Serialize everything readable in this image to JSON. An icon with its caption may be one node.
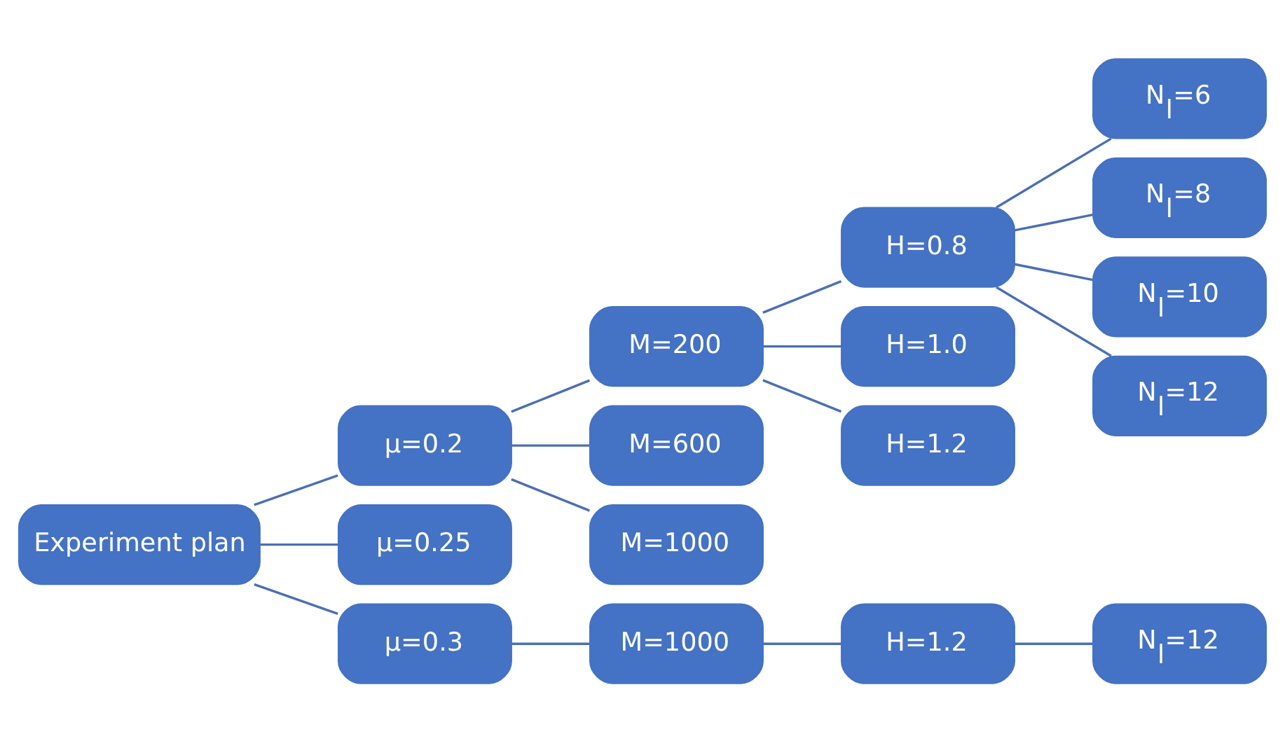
{
  "diagram": {
    "nodes": [
      {
        "text": [
          "Experiment plan"
        ]
      },
      {
        "text": [
          "μ=0.2"
        ]
      },
      {
        "text": [
          "μ=0.25"
        ]
      },
      {
        "text": [
          "μ=0.3"
        ]
      },
      {
        "text": [
          "M=200"
        ]
      },
      {
        "text": [
          "M=600"
        ]
      },
      {
        "text": [
          "M=1000"
        ]
      },
      {
        "text": [
          "H=0.8"
        ]
      },
      {
        "text": [
          "H=1.0"
        ]
      },
      {
        "text": [
          "H=1.2"
        ]
      },
      {
        "text": [
          "N$_{l}$=6"
        ]
      },
      {
        "text": [
          "N$_{l}$=8"
        ]
      },
      {
        "text": [
          "N$_{l}$=10"
        ]
      },
      {
        "text": [
          "N$_{l}$=12"
        ]
      },
      {
        "text": [
          "M=1000"
        ]
      },
      {
        "text": [
          "H=1.2"
        ]
      },
      {
        "text": [
          "N$_{l}$=12"
        ]
      }
    ],
    "edges": [
      {
        "from": 0,
        "to": 1,
        "arrow": "none"
      },
      {
        "from": 0,
        "to": 2,
        "arrow": "none"
      },
      {
        "from": 0,
        "to": 3,
        "arrow": "none"
      },
      {
        "from": 1,
        "to": 4,
        "arrow": "none"
      },
      {
        "from": 1,
        "to": 5,
        "arrow": "none"
      },
      {
        "from": 1,
        "to": 6,
        "arrow": "none"
      },
      {
        "from": 4,
        "to": 7,
        "arrow": "none"
      },
      {
        "from": 4,
        "to": 8,
        "arrow": "none"
      },
      {
        "from": 4,
        "to": 9,
        "arrow": "none"
      },
      {
        "from": 7,
        "to": 10,
        "arrow": "none"
      },
      {
        "from": 7,
        "to": 11,
        "arrow": "none"
      },
      {
        "from": 7,
        "to": 12,
        "arrow": "none"
      },
      {
        "from": 7,
        "to": 13,
        "arrow": "none"
      },
      {
        "from": 3,
        "to": 14,
        "arrow": "none"
      },
      {
        "from": 14,
        "to": 15,
        "arrow": "none"
      },
      {
        "from": 15,
        "to": 16,
        "arrow": "none"
      }
    ]
  }
}
